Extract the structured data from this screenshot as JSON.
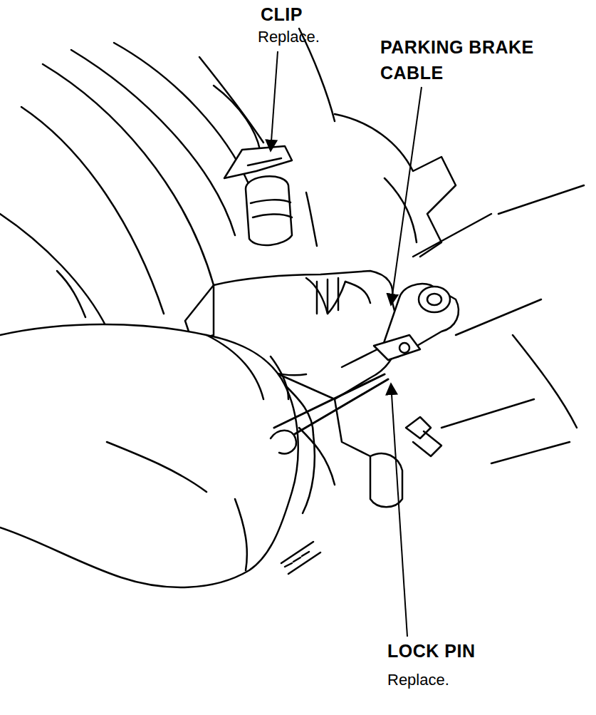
{
  "diagram": {
    "labels": [
      "CLIP",
      "Replace.",
      "PARKING BRAKE CABLE",
      "LOCK PIN",
      "Replace."
    ]
  }
}
